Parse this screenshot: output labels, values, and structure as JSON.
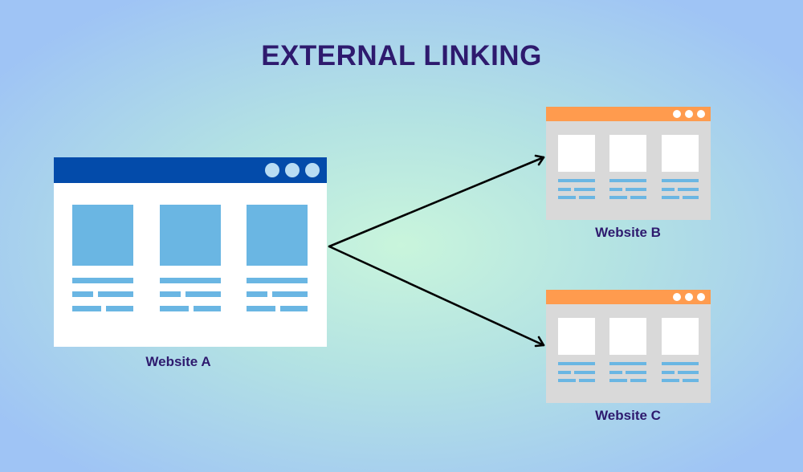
{
  "title": "EXTERNAL LINKING",
  "websites": [
    {
      "label": "Website A",
      "bar_color": "#034baa"
    },
    {
      "label": "Website B",
      "bar_color": "#ff9b4e"
    },
    {
      "label": "Website C",
      "bar_color": "#ff9b4e"
    }
  ],
  "colors": {
    "title": "#2e1a6e",
    "content_block": "#6ab6e3",
    "arrow": "#000000"
  },
  "connections": [
    {
      "from": "Website A",
      "to": "Website B"
    },
    {
      "from": "Website A",
      "to": "Website C"
    }
  ]
}
